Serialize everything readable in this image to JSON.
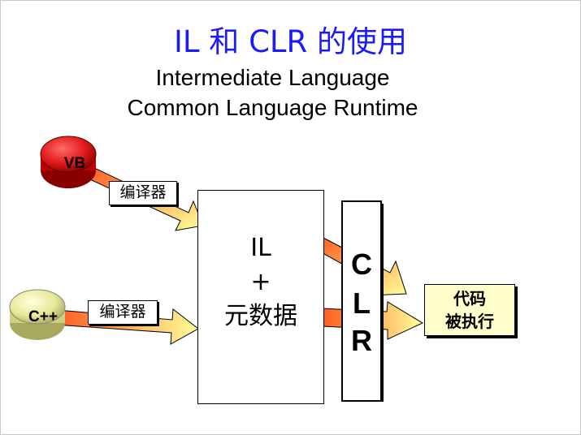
{
  "title": "IL 和 CLR 的使用",
  "subtitle_line1": "Intermediate Language",
  "subtitle_line2": "Common Language Runtime",
  "sources": {
    "vb": {
      "label": "VB",
      "color": "#e02020"
    },
    "cpp": {
      "label": "C++",
      "color": "#e8e89a"
    }
  },
  "compiler_label_vb": "编译器",
  "compiler_label_cpp": "编译器",
  "il_box": {
    "line1": "IL",
    "line2": "+",
    "line3": "元数据"
  },
  "clr_box": {
    "letter1": "C",
    "letter2": "L",
    "letter3": "R"
  },
  "result_box": {
    "line1": "代码",
    "line2": "被执行"
  },
  "arrow_gradient": {
    "start": "#ff5a1f",
    "end": "#ffff99"
  }
}
